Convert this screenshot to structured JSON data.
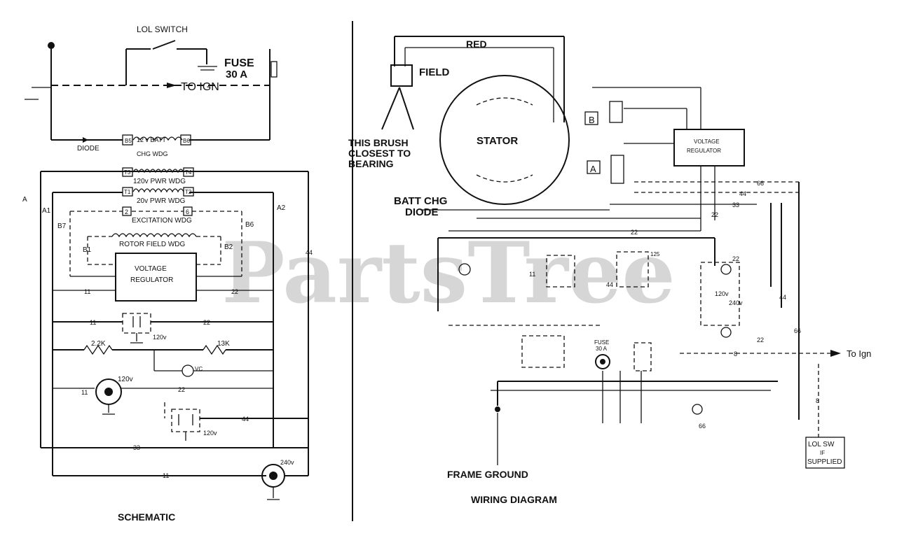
{
  "watermark": "PartsTree",
  "schematic": {
    "title": "SCHEMATIC",
    "lol_switch": "LOL SWITCH",
    "fuse_line1": "FUSE",
    "fuse_line2": "30 A",
    "to_ign": "TO IGN",
    "diode": "DIODE",
    "batt_wdg_line1": "12 v BATT",
    "batt_wdg_line2": "CHG WDG",
    "pwr_wdg_120": "120v PWR WDG",
    "pwr_wdg_20": "20v PWR WDG",
    "excitation_wdg": "EXCITATION WDG",
    "rotor_field_wdg": "ROTOR FIELD WDG",
    "voltage_regulator_line1": "VOLTAGE",
    "voltage_regulator_line2": "REGULATOR",
    "term_b5": "B5",
    "term_b6": "B6",
    "term_t3": "T3",
    "term_t4": "T4",
    "term_t1": "T1",
    "term_t2": "T2",
    "term_2": "2",
    "term_6": "6",
    "a1": "A1",
    "a2": "A2",
    "a": "A",
    "b7": "B7",
    "b6": "B6",
    "b1": "B1",
    "b2": "B2",
    "w11": "11",
    "w22": "22",
    "w44": "44",
    "w33": "33",
    "r1": "2.2K",
    "r2": "13K",
    "v120a": "120v",
    "v120b": "120v",
    "v120c": "120v",
    "v240": "240v",
    "vc": "VC"
  },
  "wiring": {
    "title": "WIRING DIAGRAM",
    "red": "RED",
    "field": "FIELD",
    "brush_line1": "THIS BRUSH",
    "brush_line2": "CLOSEST TO",
    "brush_line3": "BEARING",
    "stator": "STATOR",
    "batt_chg_line1": "BATT CHG",
    "batt_chg_line2": "DIODE",
    "regulator_line1": "VOLTAGE",
    "regulator_line2": "REGULATOR",
    "b_label": "B",
    "a_label": "A",
    "frame_ground": "FRAME GROUND",
    "to_ign": "To Ign",
    "lol_sw_line1": "LOL SW",
    "lol_sw_line2": "IF",
    "lol_sw_line3": "SUPPLIED",
    "fuse_line1": "FUSE",
    "fuse_line2": "30 A",
    "n66a": "66",
    "n66b": "66",
    "n66c": "66",
    "n44a": "44",
    "n44b": "44",
    "n33": "33",
    "n22a": "22",
    "n22b": "22",
    "n22c": "22",
    "n22d": "22",
    "n11": "11",
    "n8": "8",
    "n120v": "120v",
    "n240v": "240v",
    "n125": "125"
  }
}
